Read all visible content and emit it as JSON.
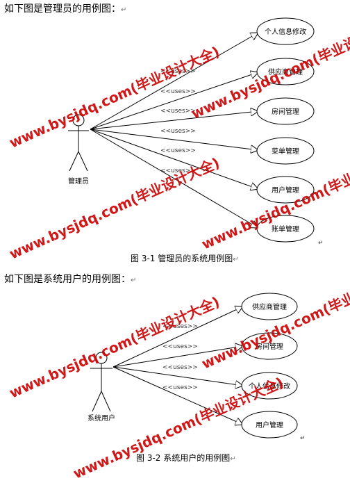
{
  "section1": {
    "heading": "如下图是管理员的用例图：",
    "actor": "管理员",
    "uses_label": "<<uses>>",
    "use_cases": [
      "个人信息修改",
      "供应商管理",
      "房间管理",
      "菜单管理",
      "用户管理",
      "账单管理"
    ],
    "caption": "图 3-1  管理员的系统用例图"
  },
  "section2": {
    "heading": "如下图是系统用户的用例图：",
    "actor": "系统用户",
    "uses_label": "<<uses>>",
    "use_cases": [
      "供应商管理",
      "房间管理",
      "个人信息修改",
      "用户管理"
    ],
    "caption": "图 3-2  系统用户的用例图"
  },
  "return_mark": "↵",
  "watermark": "www.bysjdq.com(毕业设计大全)"
}
